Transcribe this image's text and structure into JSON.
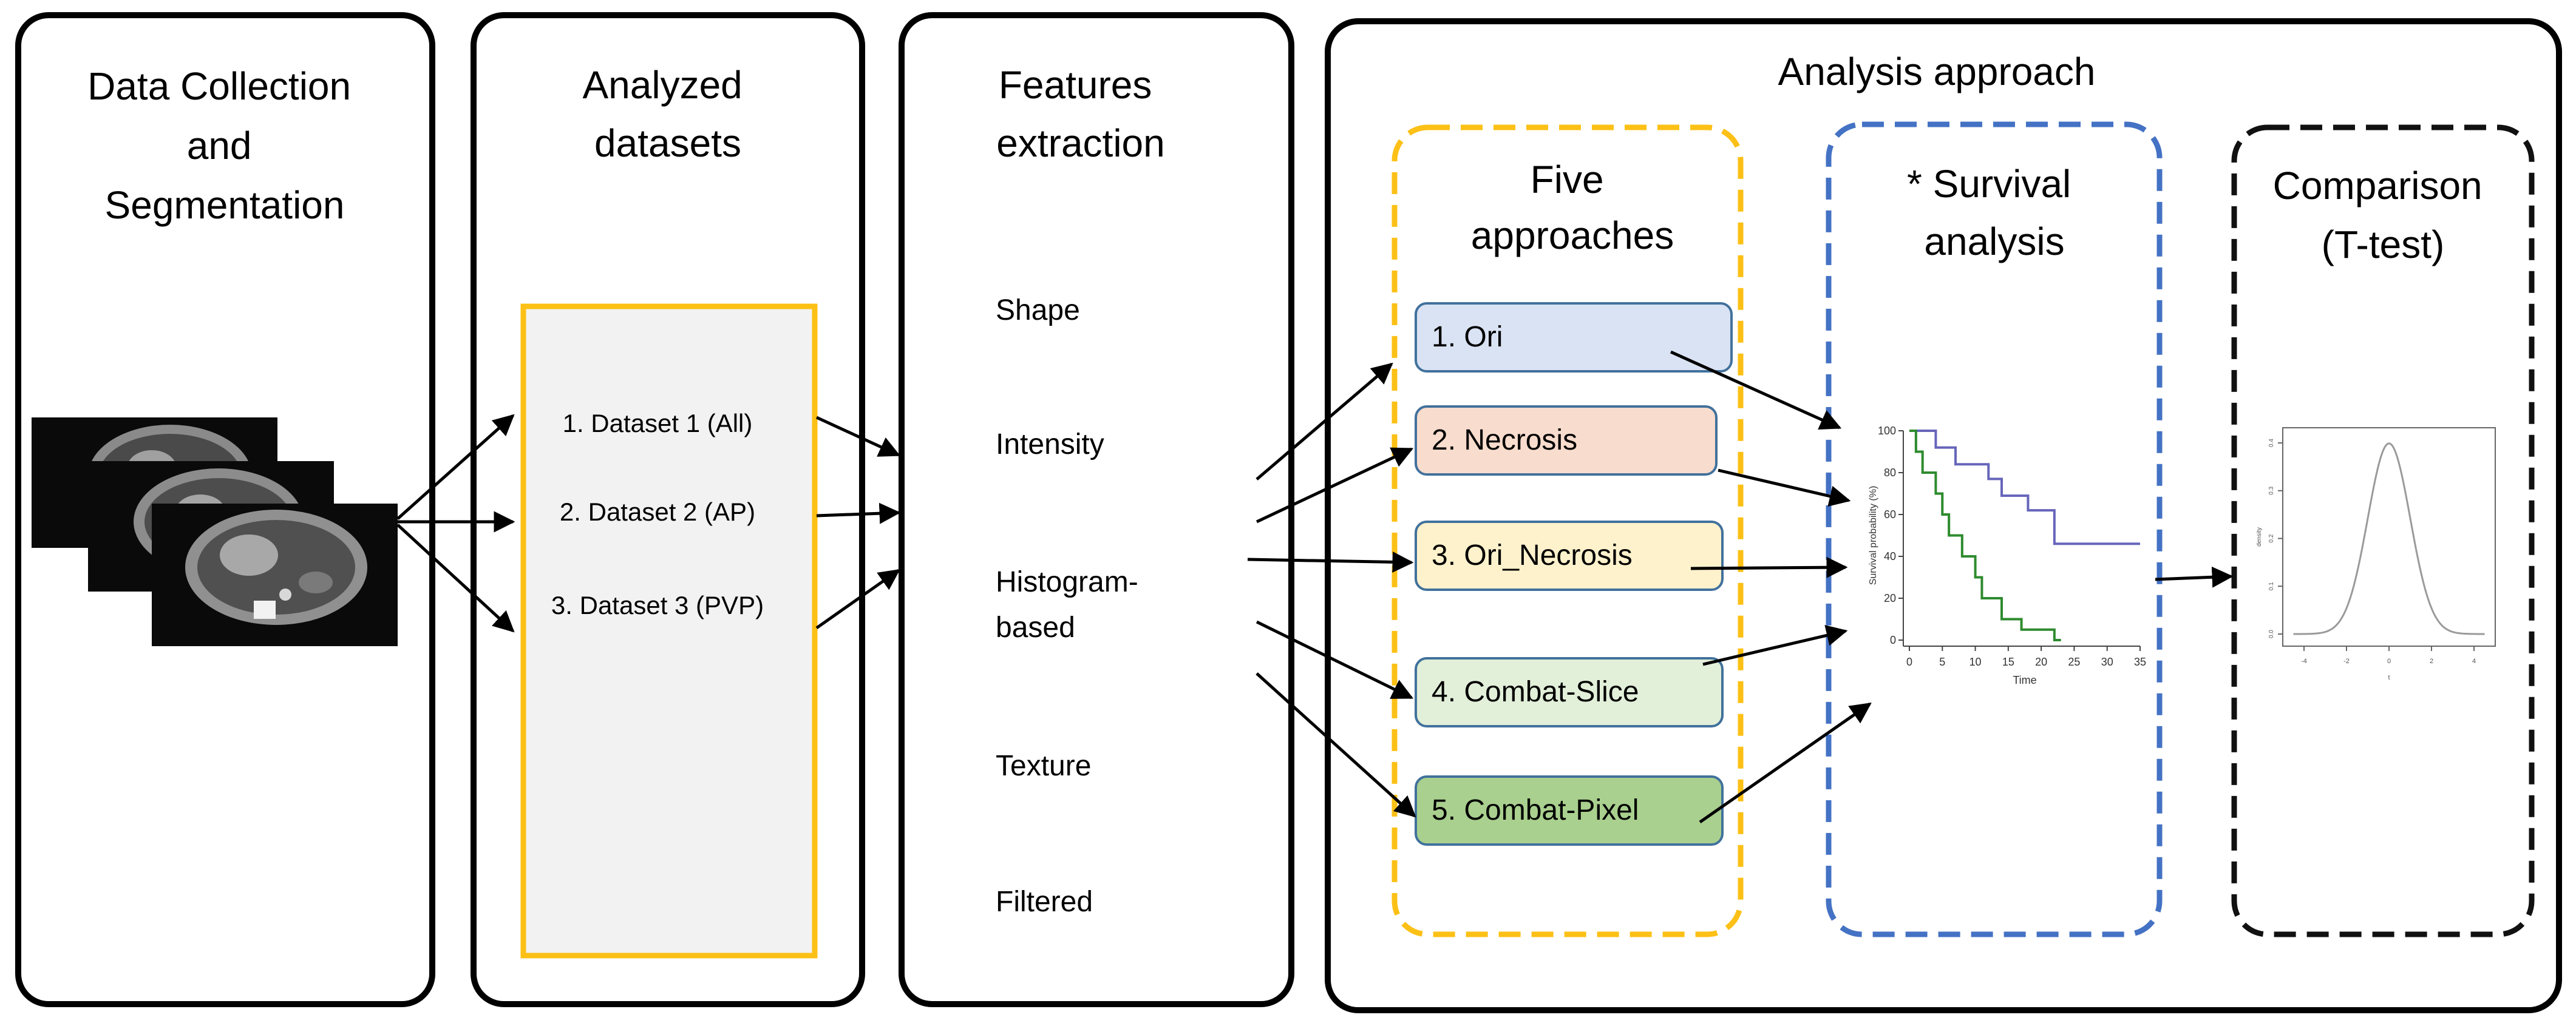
{
  "panels": {
    "collection": {
      "title_lines": [
        "Data Collection",
        "and",
        "Segmentation"
      ]
    },
    "datasets": {
      "title_lines": [
        "Analyzed",
        "datasets"
      ],
      "items": [
        "1. Dataset 1 (All)",
        "2. Dataset 2 (AP)",
        "3. Dataset 3 (PVP)"
      ]
    },
    "features": {
      "title_lines": [
        "Features",
        "extraction"
      ],
      "items": [
        {
          "lines": [
            "Shape"
          ]
        },
        {
          "lines": [
            "Intensity"
          ]
        },
        {
          "lines": [
            "Histogram-",
            "based"
          ]
        },
        {
          "lines": [
            "Texture"
          ]
        },
        {
          "lines": [
            "Filtered"
          ]
        }
      ]
    },
    "analysis": {
      "title": "Analysis approach",
      "five": {
        "title_lines": [
          "Five",
          "approaches"
        ],
        "items": [
          {
            "label": "1. Ori",
            "fill": "#dae3f3"
          },
          {
            "label": "2. Necrosis",
            "fill": "#f8dccd"
          },
          {
            "label": "3. Ori_Necrosis",
            "fill": "#fef2cc"
          },
          {
            "label": "4. Combat-Slice",
            "fill": "#e2efd9"
          },
          {
            "label": "5. Combat-Pixel",
            "fill": "#a9d08e"
          }
        ]
      },
      "survival": {
        "title_lines": [
          "* Survival",
          "analysis"
        ]
      },
      "comparison": {
        "title_lines": [
          "Comparison",
          "(T-test)"
        ]
      }
    }
  },
  "colors": {
    "yellow_border": "#fcc016",
    "blue_dash": "#4472c4",
    "black_dash": "#111111",
    "approach_border": "#41719c",
    "datasets_fill": "#f2f2f2"
  },
  "km_chart": {
    "ylabel": "Survival probability (%)",
    "xlabel": "Time",
    "xticks": [
      0,
      5,
      10,
      15,
      20,
      25,
      30,
      35
    ],
    "yticks": [
      0,
      20,
      40,
      60,
      80,
      100
    ],
    "xlim": [
      0,
      35
    ],
    "ylim": [
      0,
      100
    ],
    "series": [
      {
        "color": "#6666bb",
        "points": [
          [
            0,
            100
          ],
          [
            4,
            100
          ],
          [
            4,
            92
          ],
          [
            7,
            92
          ],
          [
            7,
            84
          ],
          [
            12,
            84
          ],
          [
            12,
            77
          ],
          [
            14,
            77
          ],
          [
            14,
            69
          ],
          [
            18,
            69
          ],
          [
            18,
            62
          ],
          [
            22,
            62
          ],
          [
            22,
            46
          ],
          [
            35,
            46
          ]
        ]
      },
      {
        "color": "#2e8b2e",
        "points": [
          [
            0,
            100
          ],
          [
            1,
            100
          ],
          [
            1,
            90
          ],
          [
            2,
            90
          ],
          [
            2,
            80
          ],
          [
            4,
            80
          ],
          [
            4,
            70
          ],
          [
            5,
            70
          ],
          [
            5,
            60
          ],
          [
            6,
            60
          ],
          [
            6,
            50
          ],
          [
            8,
            50
          ],
          [
            8,
            40
          ],
          [
            10,
            40
          ],
          [
            10,
            30
          ],
          [
            11,
            30
          ],
          [
            11,
            20
          ],
          [
            14,
            20
          ],
          [
            14,
            10
          ],
          [
            17,
            10
          ],
          [
            17,
            5
          ],
          [
            22,
            5
          ],
          [
            22,
            0
          ],
          [
            23,
            0
          ]
        ]
      }
    ]
  },
  "t_chart": {
    "xticks": [
      -4,
      -2,
      0,
      2,
      4
    ],
    "yticks": [
      "0.0",
      "0.1",
      "0.2",
      "0.3",
      "0.4"
    ],
    "xlabel": "t",
    "ylabel": "density"
  }
}
